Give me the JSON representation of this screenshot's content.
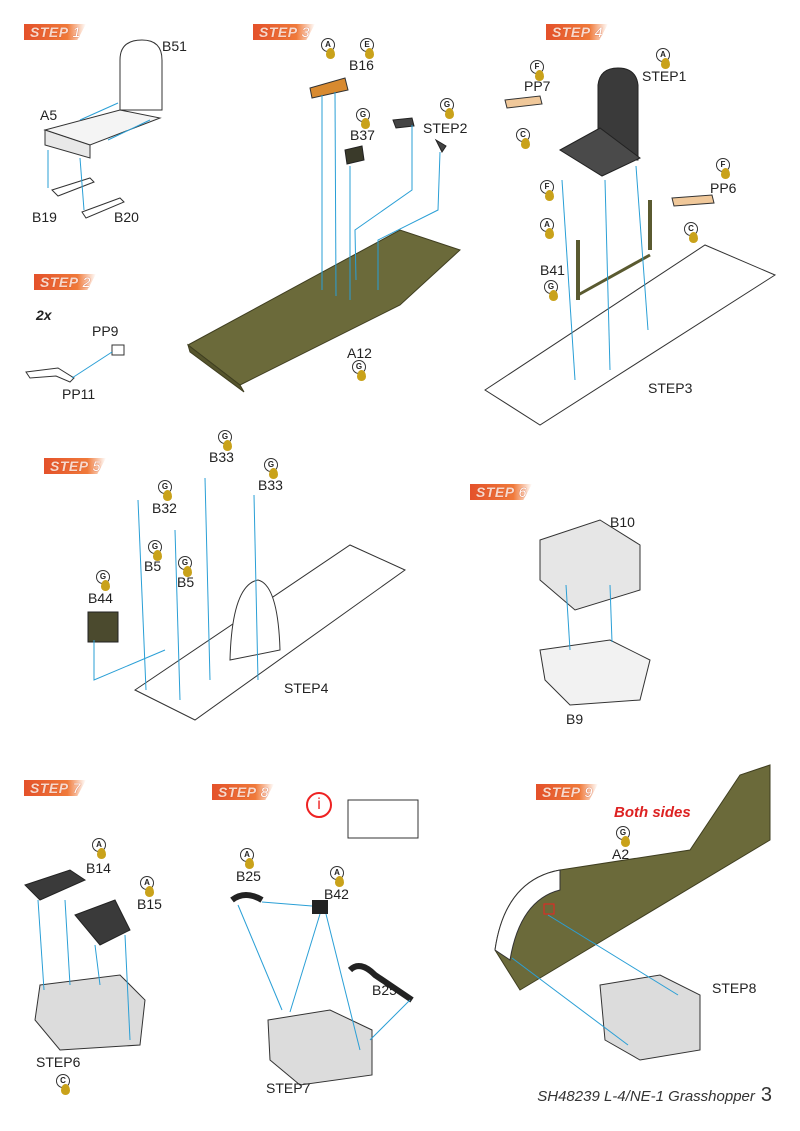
{
  "steps": [
    {
      "word": "STEP",
      "num": "1"
    },
    {
      "word": "STEP",
      "num": "2"
    },
    {
      "word": "STEP",
      "num": "3"
    },
    {
      "word": "STEP",
      "num": "4"
    },
    {
      "word": "STEP",
      "num": "5"
    },
    {
      "word": "STEP",
      "num": "6"
    },
    {
      "word": "STEP",
      "num": "7"
    },
    {
      "word": "STEP",
      "num": "8"
    },
    {
      "word": "STEP",
      "num": "9"
    }
  ],
  "labels": {
    "b51": "B51",
    "a5": "A5",
    "b19": "B19",
    "b20": "B20",
    "pp9": "PP9",
    "pp11": "PP11",
    "two_x": "2x",
    "b16": "B16",
    "b37": "B37",
    "step2": "STEP2",
    "a12": "A12",
    "pp7": "PP7",
    "step1": "STEP1",
    "pp6": "PP6",
    "b41": "B41",
    "step3": "STEP3",
    "b33a": "B33",
    "b33b": "B33",
    "b32": "B32",
    "b5a": "B5",
    "b5b": "B5",
    "b44": "B44",
    "step4": "STEP4",
    "b10": "B10",
    "b9": "B9",
    "b14": "B14",
    "b15": "B15",
    "step6": "STEP6",
    "b25a": "B25",
    "b42": "B42",
    "b25b": "B25",
    "step7": "STEP7",
    "both_sides": "Both sides",
    "a2": "A2",
    "step8": "STEP8",
    "info": "i"
  },
  "paints": {
    "s3_a": "A",
    "s3_e": "E",
    "s3_g1": "G",
    "s3_g2": "G",
    "s3_g3": "G",
    "s4_a1": "A",
    "s4_f1": "F",
    "s4_c1": "C",
    "s4_f2": "F",
    "s4_f3": "F",
    "s4_c2": "C",
    "s4_a2": "A",
    "s4_g": "G",
    "s5_g1": "G",
    "s5_g2": "G",
    "s5_g3": "G",
    "s5_g4": "G",
    "s5_g5": "G",
    "s5_g6": "G",
    "s7_a1": "A",
    "s7_a2": "A",
    "s7_c": "C",
    "s8_a1": "A",
    "s8_a2": "A",
    "s9_g": "G"
  },
  "footer": {
    "title": "SH48239 L-4/NE-1 Grasshopper",
    "page": "3"
  },
  "colors": {
    "accent": "#e4512a",
    "olive": "#6b6a3a",
    "leader": "#2a9fd6",
    "dark": "#3a3a3a",
    "paint": "#c9a21a"
  }
}
